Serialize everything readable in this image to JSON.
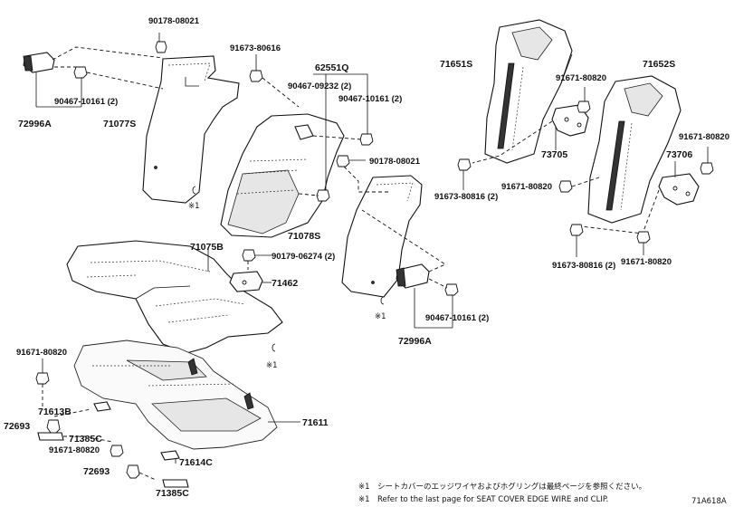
{
  "labels": {
    "p90178_top": "90178-08021",
    "p72996a_left": "72996A",
    "p90467_left": "90467-10161 (2)",
    "p71077s": "71077S",
    "p91673_80616": "91673-80616",
    "p62551q": "62551Q",
    "p90467_09232": "90467-09232 (2)",
    "p90467_mid": "90467-10161 (2)",
    "p90178_mid": "90178-08021",
    "p71651s": "71651S",
    "p91671_a": "91671-80820",
    "p71652s": "71652S",
    "p91671_b": "91671-80820",
    "p73705": "73705",
    "p91673_80816_a": "91673-80816 (2)",
    "p91671_c": "91671-80820",
    "p73706": "73706",
    "p91673_80816_b": "91673-80816 (2)",
    "p91671_d": "91671-80820",
    "p71078s": "71078S",
    "p71075b": "71075B",
    "p90179": "90179-06274 (2)",
    "p71462": "71462",
    "p90467_right": "90467-10161 (2)",
    "p72996a_right": "72996A",
    "p91671_e": "91671-80820",
    "p71613b": "71613B",
    "p72693_a": "72693",
    "p71385c_a": "71385C",
    "p91671_f": "91671-80820",
    "p72693_b": "72693",
    "p71385c_b": "71385C",
    "p71614c": "71614C",
    "p71611": "71611",
    "mark1": "※1",
    "mark2": "※1",
    "mark3": "※1"
  },
  "notes": {
    "jp": "※1　シートカバーのエッジワイヤおよびホグリングは最終ページを参照ください。",
    "en": "※1　Refer to the last page for SEAT COVER EDGE WIRE and CLIP.",
    "ref": "71A618A"
  }
}
